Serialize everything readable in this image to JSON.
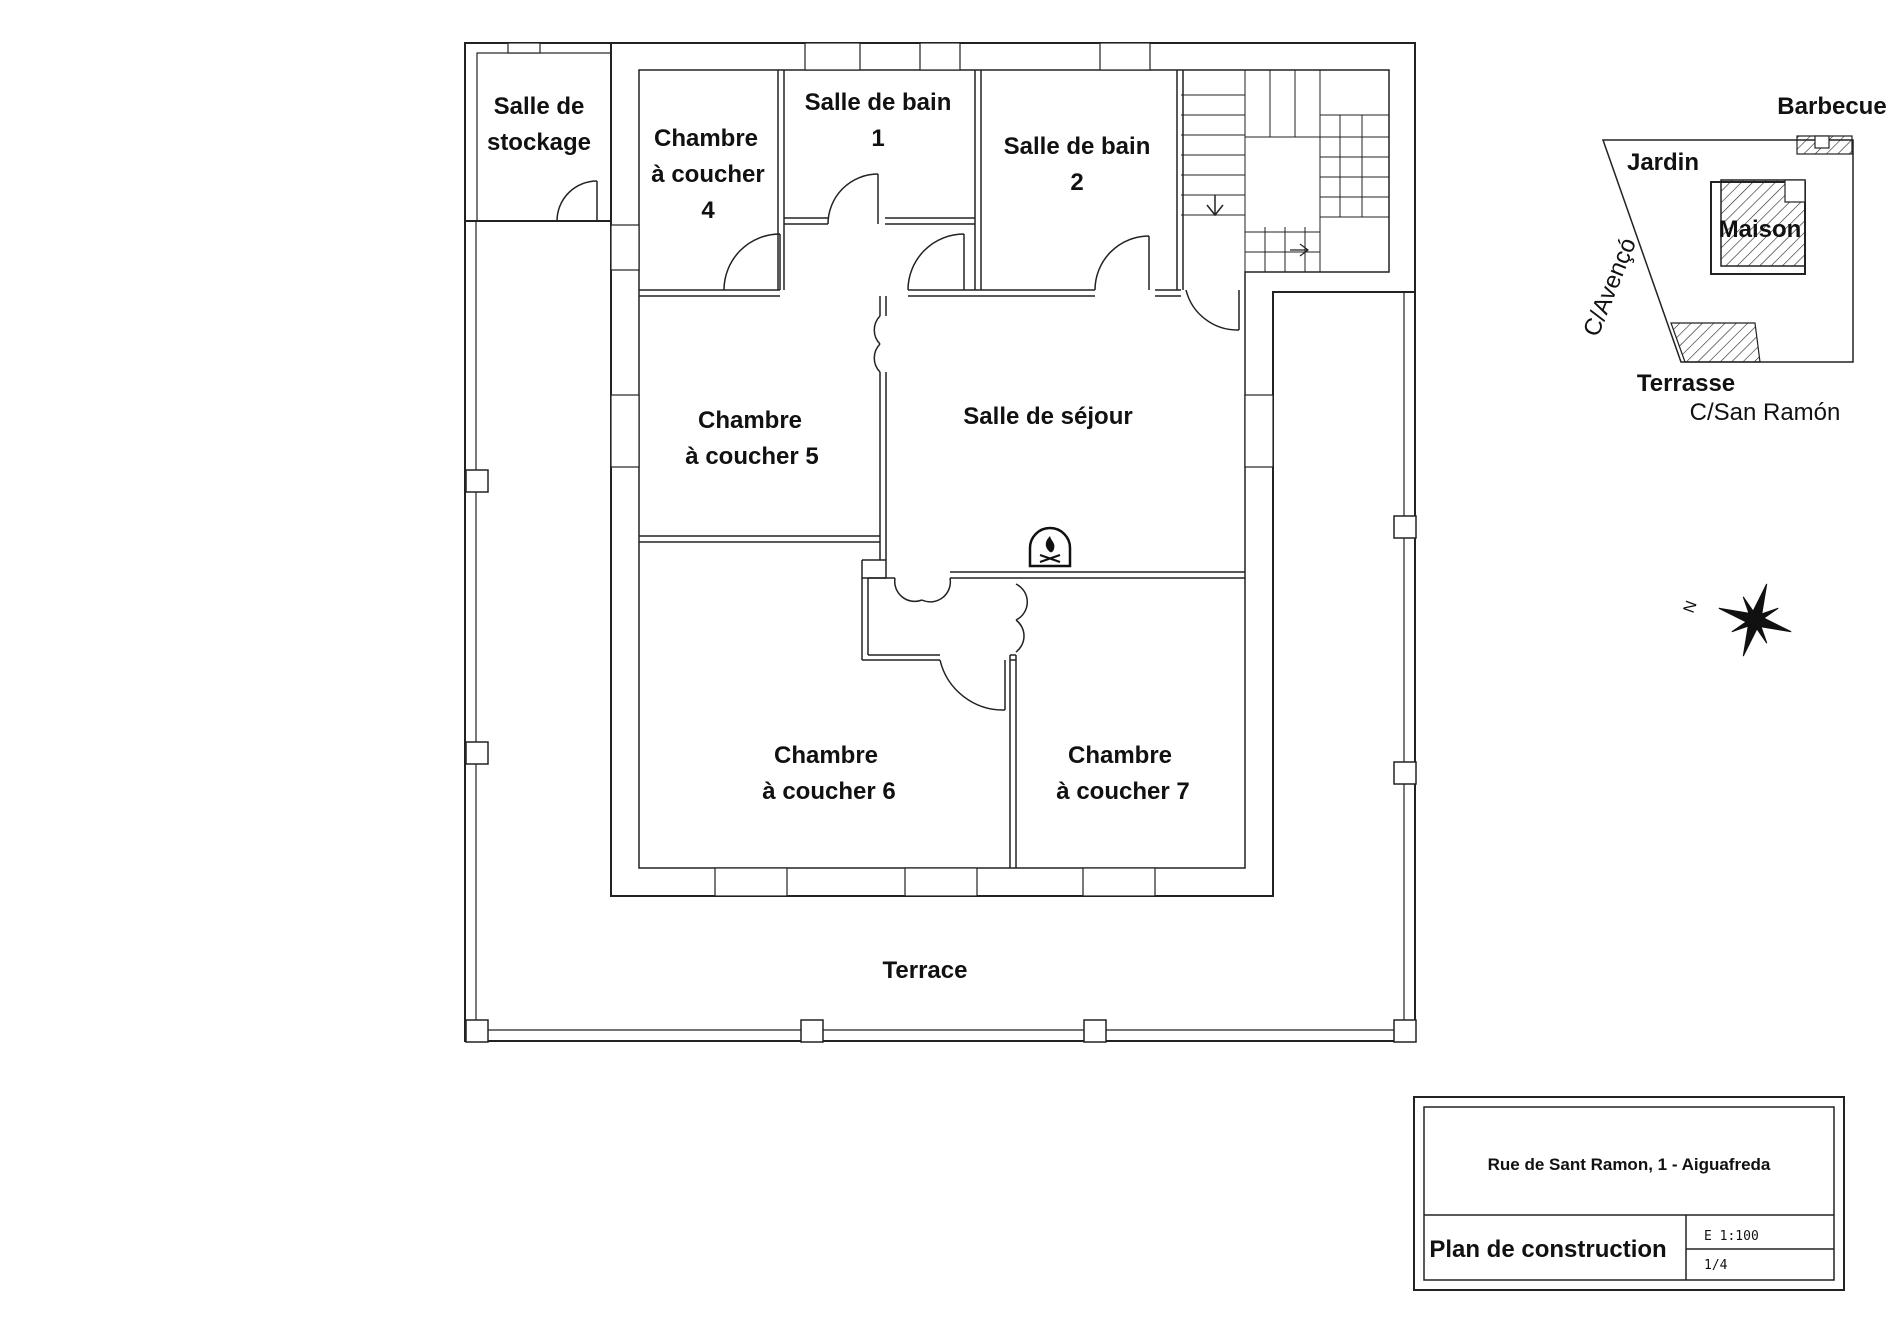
{
  "plan": {
    "rooms": {
      "storage": [
        "Salle de",
        "stockage"
      ],
      "bedroom4": [
        "Chambre",
        "à coucher",
        "4"
      ],
      "bath1": [
        "Salle de bain",
        "1"
      ],
      "bath2": [
        "Salle de bain",
        "2"
      ],
      "bedroom5": [
        "Chambre",
        "à coucher 5"
      ],
      "living": "Salle de séjour",
      "bedroom6": [
        "Chambre",
        "à coucher 6"
      ],
      "bedroom7": [
        "Chambre",
        "à coucher 7"
      ],
      "terrace": "Terrace"
    }
  },
  "site": {
    "barbecue": "Barbecue",
    "garden": "Jardin",
    "house": "Maison",
    "street_side": "C/Avençó",
    "terrace": "Terrasse",
    "street_front": "C/San Ramón",
    "north": "N"
  },
  "title_block": {
    "address": "Rue de Sant Ramon, 1 - Aiguafreda",
    "drawing_title": "Plan de construction",
    "scale": "E 1:100",
    "sheet": "1/4"
  }
}
